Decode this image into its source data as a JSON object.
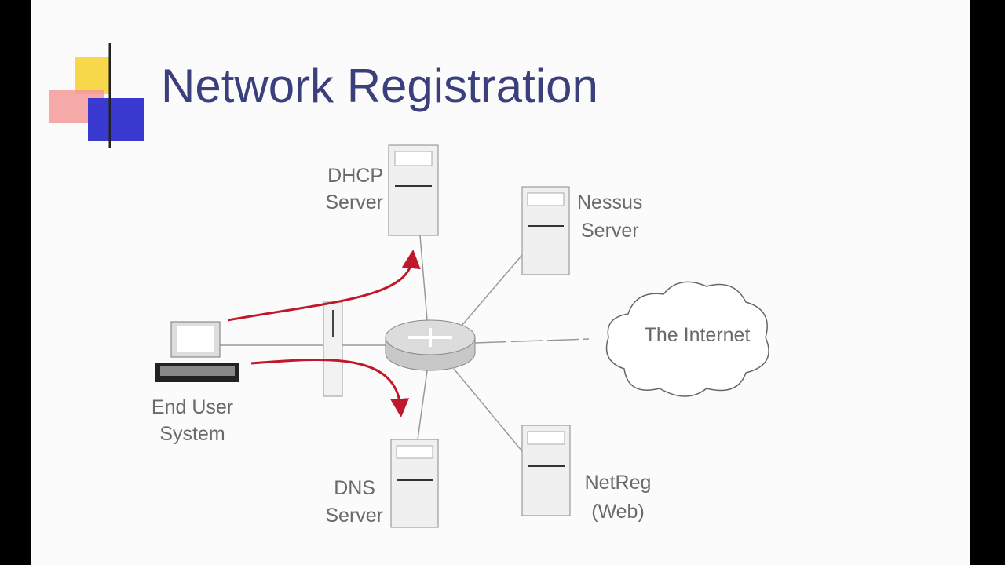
{
  "slide": {
    "title": "Network Registration",
    "nodes": {
      "dhcp": {
        "line1": "DHCP",
        "line2": "Server"
      },
      "nessus": {
        "line1": "Nessus",
        "line2": "Server"
      },
      "internet": {
        "label": "The Internet"
      },
      "end_user": {
        "line1": "End User",
        "line2": "System"
      },
      "dns": {
        "line1": "DNS",
        "line2": "Server"
      },
      "netreg": {
        "line1": "NetReg",
        "line2": "(Web)"
      }
    },
    "colors": {
      "title": "#3b3f7c",
      "arrow": "#c0182a",
      "logo_yellow": "#f6d84a",
      "logo_red": "#f07a7a",
      "logo_blue": "#3a3ad0"
    }
  }
}
